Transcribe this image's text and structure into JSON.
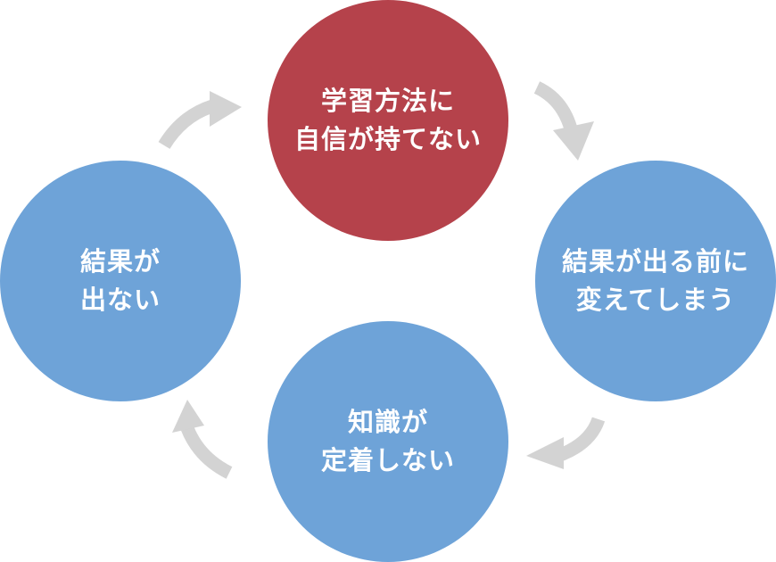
{
  "colors": {
    "highlight": "#B5424B",
    "normal": "#6EA3D8",
    "arrow": "#D3D3D3",
    "text": "#FFFFFF"
  },
  "nodes": [
    {
      "id": "top",
      "lines": [
        "学習方法に",
        "自信が持てない"
      ],
      "highlight": true
    },
    {
      "id": "right",
      "lines": [
        "結果が出る前に",
        "変えてしまう"
      ],
      "highlight": false
    },
    {
      "id": "bottom",
      "lines": [
        "知識が",
        "定着しない"
      ],
      "highlight": false
    },
    {
      "id": "left",
      "lines": [
        "結果が",
        "出ない"
      ],
      "highlight": false
    }
  ],
  "arrow_icon": "curved-arrow-icon",
  "flow_direction": "clockwise"
}
